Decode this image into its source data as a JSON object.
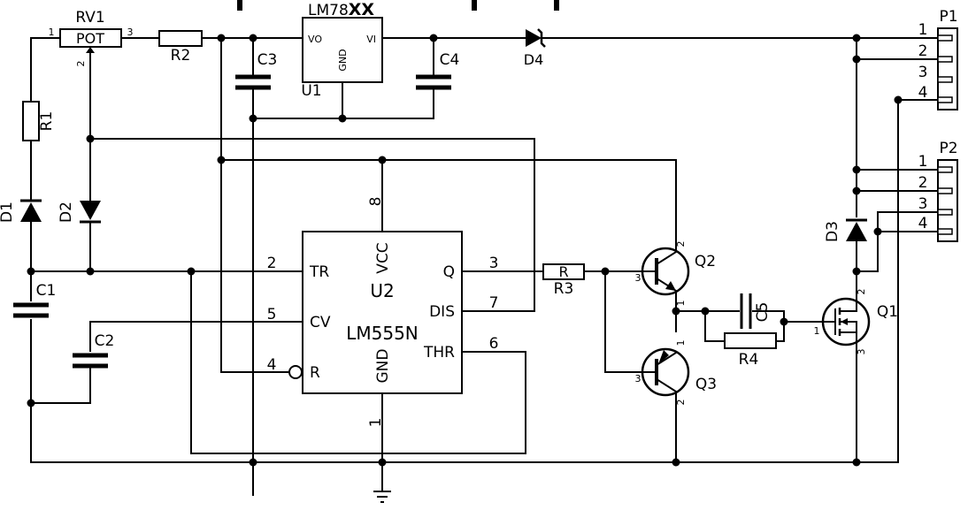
{
  "top": {
    "regulator_prefix": "LM78",
    "regulator_suffix": "XX"
  },
  "rv1": {
    "ref": "RV1",
    "value": "POT",
    "pin1": "1",
    "pin2": "2",
    "pin3": "3"
  },
  "r1": "R1",
  "r2": "R2",
  "r3": "R3",
  "r4": "R4",
  "r3_body": "R",
  "c1": "C1",
  "c2": "C2",
  "c3": "C3",
  "c4": "C4",
  "c5": "C5",
  "d1": "D1",
  "d2": "D2",
  "d3": "D3",
  "d4": "D4",
  "u1": {
    "ref": "U1",
    "vo": "VO",
    "vi": "VI",
    "gnd": "GND"
  },
  "u2": {
    "ref": "U2",
    "part": "LM555N",
    "vcc": "VCC",
    "gnd": "GND",
    "tr": "TR",
    "cv": "CV",
    "r": "R",
    "q": "Q",
    "dis": "DIS",
    "thr": "THR",
    "pin_tr": "2",
    "pin_cv": "5",
    "pin_r": "4",
    "pin_q": "3",
    "pin_dis": "7",
    "pin_thr": "6",
    "pin_vcc": "8",
    "pin_gnd": "1"
  },
  "q1": {
    "ref": "Q1",
    "p1": "1",
    "p2": "2",
    "p3": "3"
  },
  "q2": {
    "ref": "Q2",
    "p1": "1",
    "p2": "2",
    "p3": "3"
  },
  "q3": {
    "ref": "Q3",
    "p1": "1",
    "p2": "2",
    "p3": "3"
  },
  "p1": {
    "ref": "P1",
    "pins": [
      "1",
      "2",
      "3",
      "4"
    ]
  },
  "p2": {
    "ref": "P2",
    "pins": [
      "1",
      "2",
      "3",
      "4"
    ]
  }
}
